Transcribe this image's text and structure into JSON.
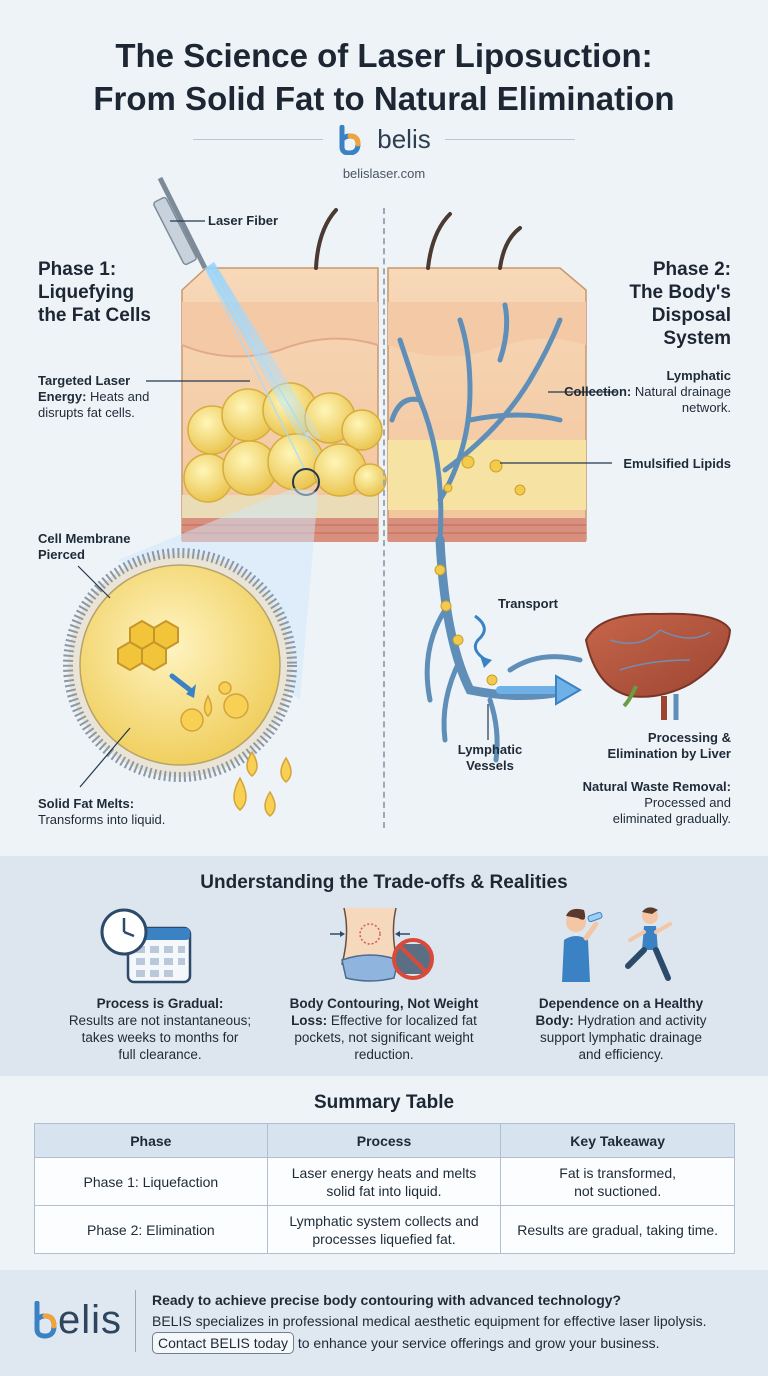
{
  "title": {
    "line1": "The Science of Laser Liposuction:",
    "line2": "From Solid Fat to Natural Elimination"
  },
  "brand": {
    "name": "belis",
    "url": "belislaser.com",
    "logo_name": "BELIS",
    "logo_text": "elis",
    "accent": "#3b82c4",
    "accent2": "#f2a33a"
  },
  "phase1": {
    "title_l1": "Phase 1:",
    "title_l2": "Liquefying",
    "title_l3": "the Fat Cells",
    "laser_fiber": "Laser Fiber",
    "targeted_bold": "Targeted Laser",
    "targeted_bold2": "Energy:",
    "targeted_text": "Heats and",
    "targeted_text2": "disrupts fat cells.",
    "membrane_l1": "Cell Membrane",
    "membrane_l2": "Pierced",
    "melts_bold": "Solid Fat Melts:",
    "melts_text": "Transforms into liquid."
  },
  "phase2": {
    "title_l1": "Phase 2:",
    "title_l2": "The Body's",
    "title_l3": "Disposal",
    "title_l4": "System",
    "lymph_bold1": "Lymphatic",
    "lymph_bold2": "Collection:",
    "lymph_text1": "Natural drainage",
    "lymph_text2": "network.",
    "lipids": "Emulsified Lipids",
    "transport": "Transport",
    "vessels_l1": "Lymphatic",
    "vessels_l2": "Vessels",
    "liver_l1": "Processing &",
    "liver_l2": "Elimination by Liver",
    "waste_bold": "Natural Waste Removal:",
    "waste_text1": "Processed and",
    "waste_text2": "eliminated gradually."
  },
  "tradeoffs": {
    "title": "Understanding the Trade-offs & Realities",
    "items": [
      {
        "icon": "clock-calendar-icon",
        "bold": "Process is Gradual:",
        "lines": [
          "Results are not instantaneous;",
          "takes weeks to months for",
          "full clearance."
        ]
      },
      {
        "icon": "body-contour-icon",
        "bold": "Body Contouring, Not Weight",
        "bold2": "Loss:",
        "lines": [
          "Effective for localized fat",
          "pockets, not significant weight",
          "reduction."
        ]
      },
      {
        "icon": "hydration-activity-icon",
        "bold": "Dependence on a Healthy",
        "bold2": "Body:",
        "lines": [
          "Hydration and activity",
          "support lymphatic drainage",
          "and efficiency."
        ]
      }
    ]
  },
  "summary": {
    "title": "Summary Table",
    "headers": [
      "Phase",
      "Process",
      "Key Takeaway"
    ],
    "rows": [
      {
        "phase": "Phase 1: Liquefaction",
        "process_l1": "Laser energy heats and melts",
        "process_l2": "solid fat into liquid.",
        "take_l1": "Fat is transformed,",
        "take_l2": "not suctioned."
      },
      {
        "phase": "Phase 2: Elimination",
        "process_l1": "Lymphatic system collects and",
        "process_l2": "processes liquefied fat.",
        "take_l1": "Results are gradual, taking time.",
        "take_l2": ""
      }
    ]
  },
  "footer": {
    "headline": "Ready to achieve precise body contouring with advanced technology?",
    "line2": "BELIS specializes in professional medical aesthetic equipment for effective laser lipolysis.",
    "button": "Contact BELIS today",
    "line3": "to enhance your service offerings and grow your business."
  }
}
